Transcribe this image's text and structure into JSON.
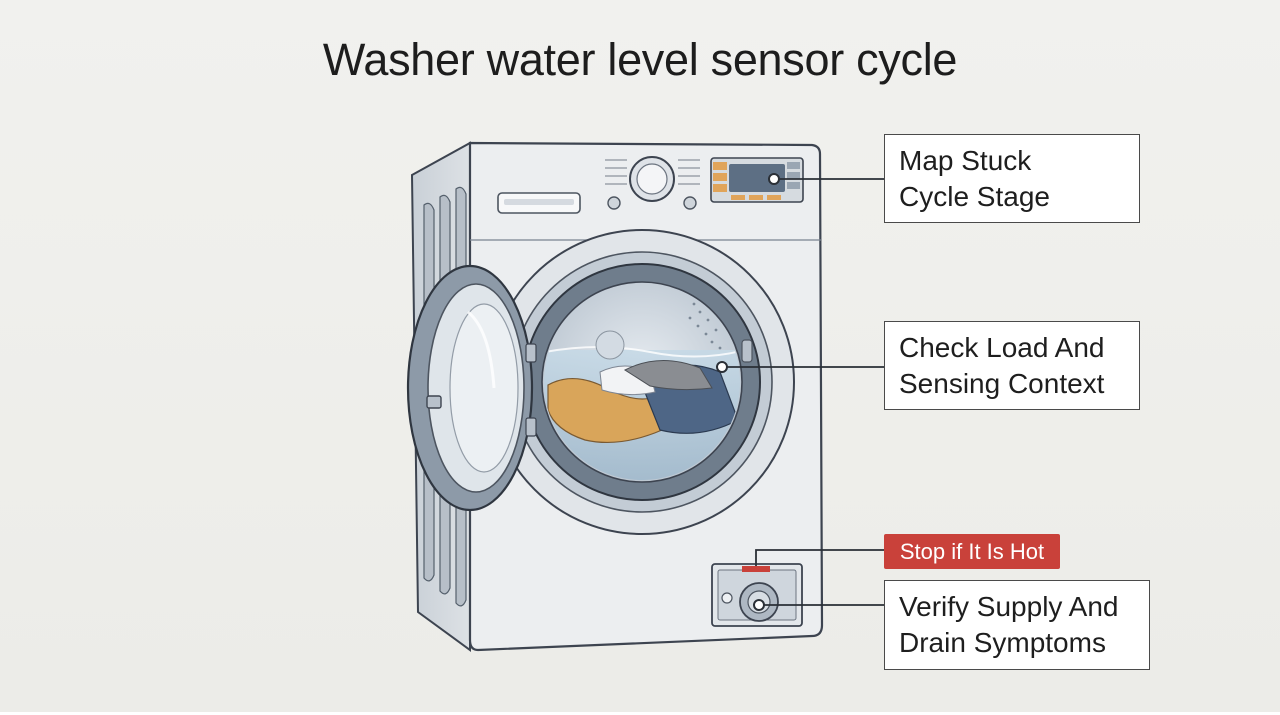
{
  "title": "Washer water level sensor cycle",
  "callouts": {
    "stage": [
      "Map Stuck",
      "Cycle Stage"
    ],
    "load": [
      "Check Load And",
      "Sensing Context"
    ],
    "supply": [
      "Verify Supply And",
      "Drain Symptoms"
    ]
  },
  "warning": "Stop if It Is Hot",
  "colors": {
    "background": "#efefec",
    "warning": "#c9413a",
    "body": "#e8eaec",
    "steel": "#7f8ea0",
    "display": "#5d6f84",
    "button_amber": "#e0a45a"
  }
}
